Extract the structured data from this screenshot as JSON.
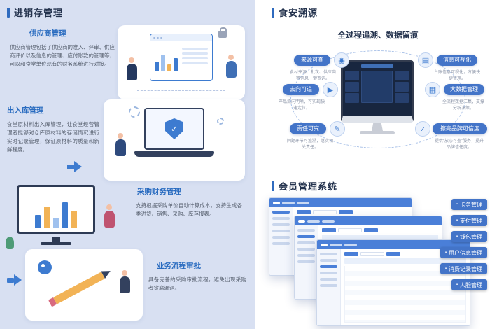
{
  "theme": {
    "accent": "#3a77cc",
    "panel_bg": "#d8e0f2",
    "heading_blue": "#2a6cc0",
    "pill_blue": "#4374c8",
    "dashboard_navy": "#18263f"
  },
  "left_panel": {
    "title": "进销存管理",
    "sections": [
      {
        "heading": "供应商管理",
        "body": "供应商管理包括了供应商的准入、评审、供应商评价以及信息的管理、应付账款的管理等，可以和食堂单位现有的财务系统进行对接。"
      },
      {
        "heading": "出入库管理",
        "body": "食堂原材料出入库管理，让食堂经营管理者能够对仓库原材料的存储情况进行实时记录管理，保证原材料的质量和新鲜程度。"
      },
      {
        "heading": "采购财务管理",
        "body": "支持根据采购单价自动计算成本，支持生成各类进货、销售、采购、库存报表。"
      },
      {
        "heading": "业务流程审批",
        "body": "具备完善的采购审批流程，避免出现采购者贪腐漏洞。"
      }
    ]
  },
  "trace": {
    "title": "食安溯源",
    "subtitle": "全过程追溯、数据留痕",
    "nodes": [
      {
        "label": "来源可查",
        "desc": "食材来源、批次、供应商等信息一键查询。",
        "icon": "◉"
      },
      {
        "label": "信息可视化",
        "desc": "台账信息可视化，方便快捷管理。",
        "icon": "▤"
      },
      {
        "label": "去向可追",
        "desc": "产品流向明晰，可实现快速定位。",
        "icon": "▶"
      },
      {
        "label": "大数据管理",
        "desc": "全流程数据汇集，支撑分析决策。",
        "icon": "▦"
      },
      {
        "label": "责任可究",
        "desc": "问题环节可追溯，落实相关责任。",
        "icon": "✎"
      },
      {
        "label": "擦亮品牌可信度",
        "desc": "提供“放心可查”服务，提升品牌信任度。",
        "icon": "✓"
      }
    ]
  },
  "member": {
    "title": "会员管理系统",
    "features": [
      {
        "label": "卡务管理",
        "icon": "▪"
      },
      {
        "label": "支付管理",
        "icon": "▪"
      },
      {
        "label": "钱包管理",
        "icon": "▪"
      },
      {
        "label": "用户信息管理",
        "icon": "▪"
      },
      {
        "label": "消费记录管理",
        "icon": "▪"
      },
      {
        "label": "人脸管理",
        "icon": "▪"
      }
    ]
  }
}
